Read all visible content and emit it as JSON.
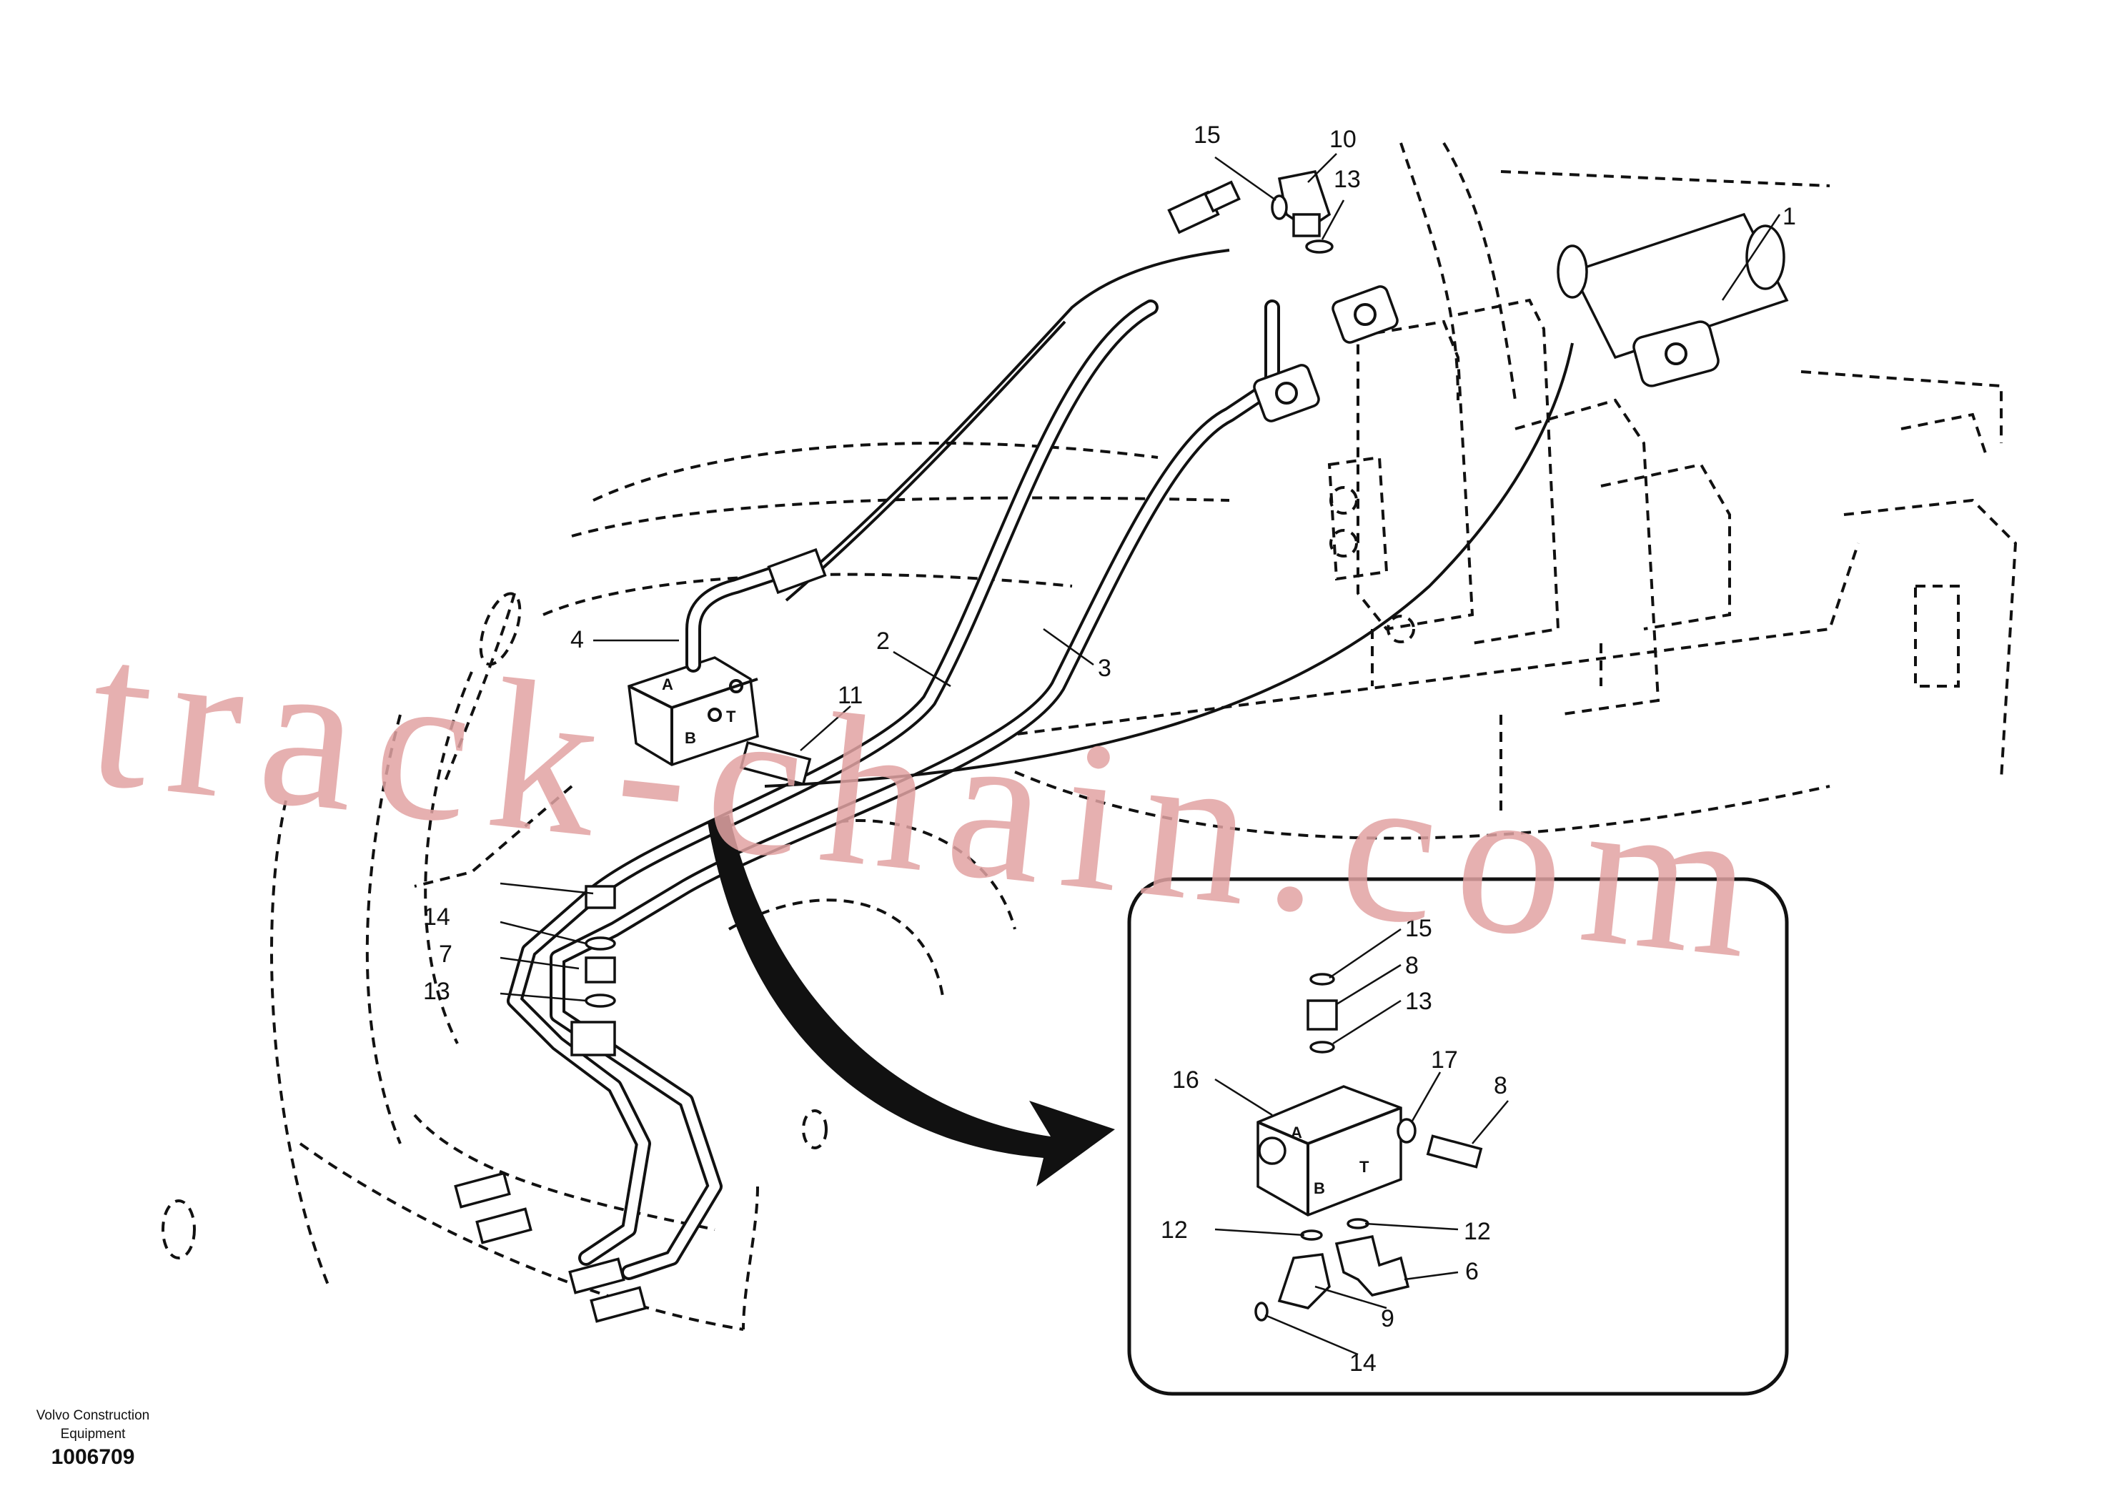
{
  "watermark": "track-chain.com",
  "company_line1": "Volvo Construction",
  "company_line2": "Equipment",
  "document_number": "1006709",
  "main_labels": [
    "15",
    "10",
    "13",
    "1",
    "4",
    "2",
    "3",
    "11",
    "14",
    "7",
    "13"
  ],
  "detail_labels": [
    "15",
    "8",
    "13",
    "16",
    "17",
    "8",
    "12",
    "12",
    "6",
    "9",
    "14"
  ],
  "valve_ports": {
    "a": "A",
    "b": "B",
    "t": "T"
  }
}
